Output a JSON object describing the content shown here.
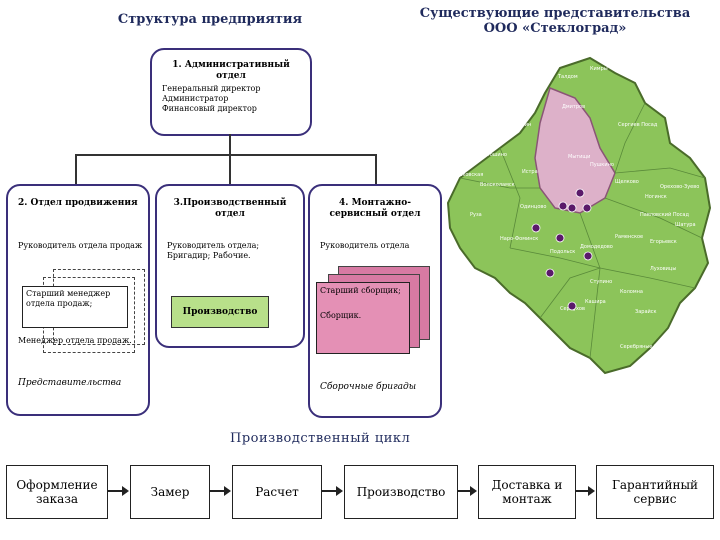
{
  "header": {
    "structure_title": "Структура предприятия",
    "offices_title_line1": "Существующие представительства",
    "offices_title_line2": "ООО «Стеклоград»"
  },
  "admin": {
    "title_line1": "1.   Административный",
    "title_line2": "отдел",
    "members": [
      "Генеральный директор",
      "Администратор",
      "Финансовый директор"
    ]
  },
  "promo": {
    "title": "2. Отдел продвижения",
    "head": "Руководитель отдела продаж",
    "card_text": "Старший менеджер отдела продаж;",
    "manager": "Менеджер отдела продаж.",
    "footer": "Представительства"
  },
  "production": {
    "title": "3.Производственный отдел",
    "staff": "Руководитель отдела; Бригадир; Рабочие.",
    "badge": "Производство"
  },
  "assembly": {
    "title": "4. Монтажно-сервисный отдел",
    "head": "Руководитель отдела",
    "card_line1": "Старший сборщик;",
    "card_line2": "Сборщик.",
    "footer": "Сборочные бригады"
  },
  "cycle": {
    "title": "Производственный цикл",
    "steps": [
      "Оформление заказа",
      "Замер",
      "Расчет",
      "Производство",
      "Доставка и монтаж",
      "Гарантийный сервис"
    ]
  },
  "map": {
    "labels": [
      "Талдом",
      "Кимры",
      "Дмитров",
      "Клин",
      "Сергиев Посад",
      "Лотошино",
      "Шаховская",
      "Волоколамск",
      "Истра",
      "Пушкино",
      "Щелково",
      "Руза",
      "Одинцово",
      "Мытищи",
      "Ногинск",
      "Наро-Фоминск",
      "Подольск",
      "Домодедово",
      "Раменское",
      "Егорьевск",
      "Серпухов",
      "Коломна",
      "Ступино",
      "Шатура",
      "Зарайск",
      "Серебряные Пруды",
      "Луховицы",
      "Орехово-Зуево",
      "Павловский Посад",
      "Кашира"
    ],
    "colors": {
      "region": "#8cc45a",
      "center": "#e6b0d6",
      "border": "#4a6b2a",
      "marker": "#5a1a6a"
    }
  }
}
